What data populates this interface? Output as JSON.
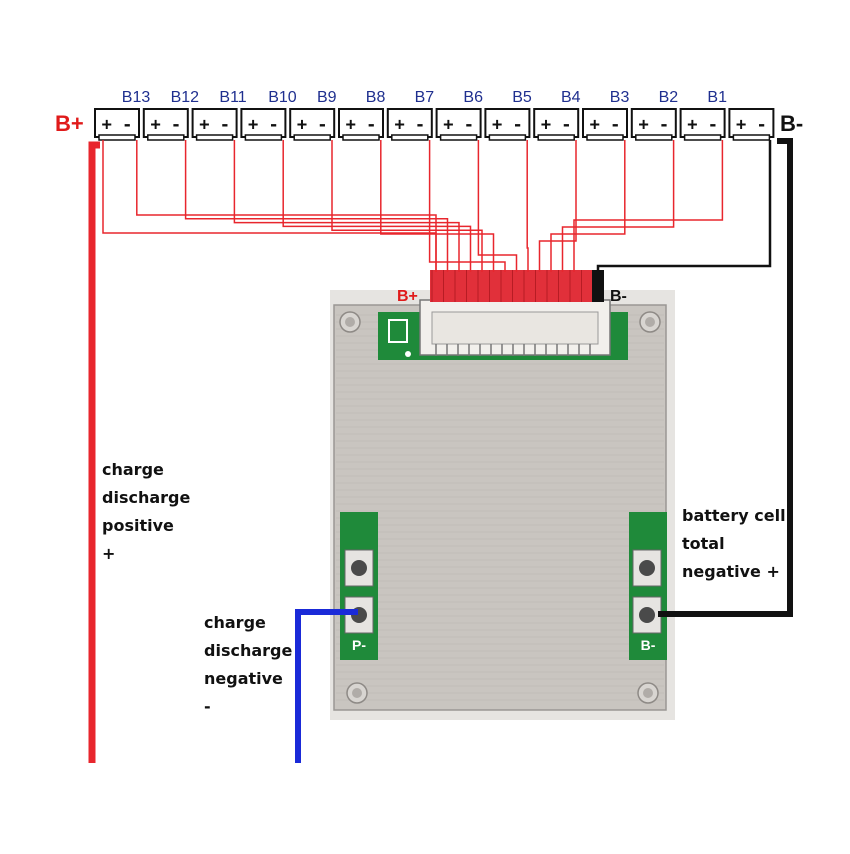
{
  "header": {
    "bplus_label": "B+",
    "bminus_label": "B-",
    "connector_pair_symbol": "+ -",
    "terminals": [
      "B13",
      "B12",
      "B11",
      "B10",
      "B9",
      "B8",
      "B7",
      "B6",
      "B5",
      "B4",
      "B3",
      "B2",
      "B1"
    ]
  },
  "board": {
    "connector_bplus": "B+",
    "connector_bminus": "B-",
    "pad_left_label": "P-",
    "pad_right_label": "B-"
  },
  "annotations": {
    "positive": [
      "charge",
      "discharge",
      "positive",
      "+"
    ],
    "negative": [
      "charge",
      "discharge",
      "negative",
      "-"
    ],
    "cell_total": [
      "battery cell",
      "total",
      "negative +"
    ]
  },
  "colors": {
    "positive_wire": "#e8262d",
    "negative_wire": "#1a2ad8",
    "ground_wire": "#111111",
    "terminal_text": "#1f2f8f",
    "bplus_text": "#e01a1a",
    "board_metal": "#c9c5c0",
    "pcb_green": "#1f8a3a"
  }
}
